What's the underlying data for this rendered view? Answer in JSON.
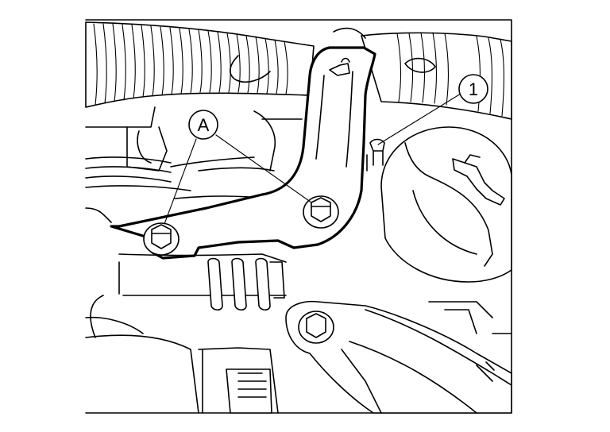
{
  "diagram": {
    "callouts": [
      {
        "id": "callout-A",
        "label": "A"
      },
      {
        "id": "callout-1",
        "label": "1"
      }
    ]
  }
}
